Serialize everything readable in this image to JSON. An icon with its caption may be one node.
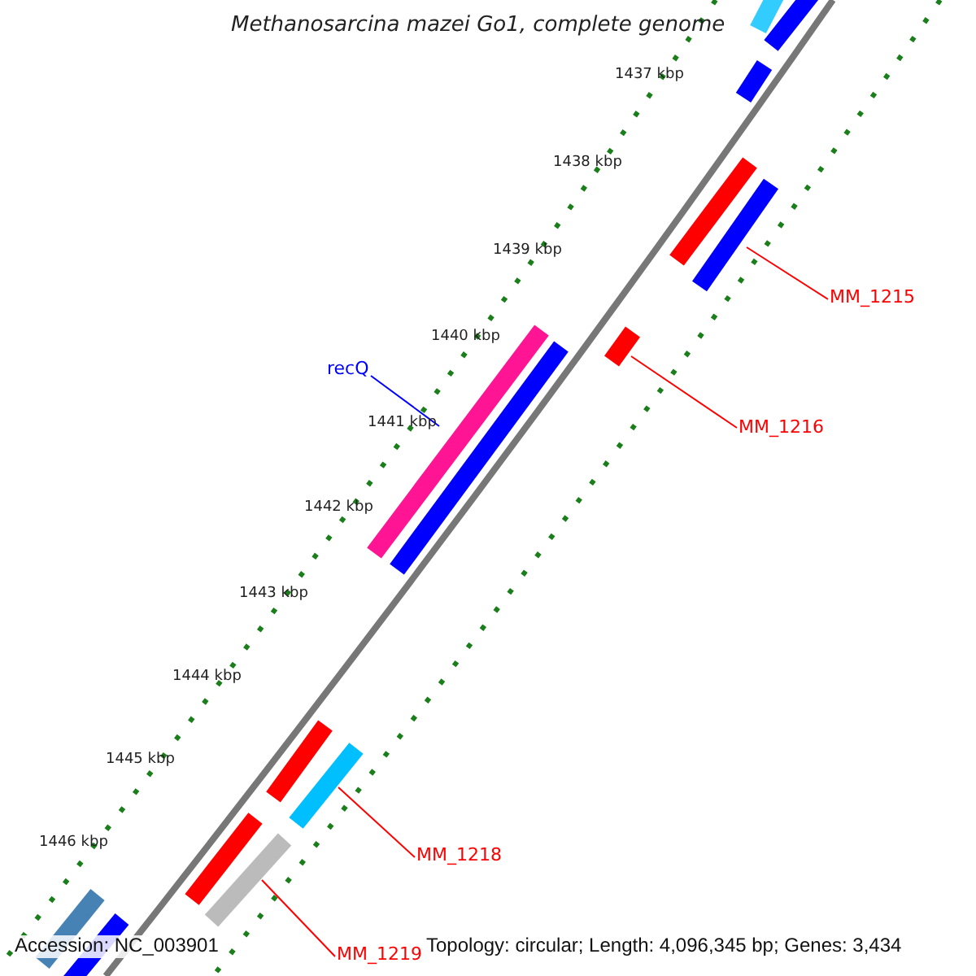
{
  "diagram": {
    "title": "Methanosarcina mazei Go1, complete genome",
    "nodes": [
      {
        "text": [
          "MM_1215"
        ]
      },
      {
        "text": [],
        "shape": "bar"
      },
      {
        "text": [
          "recQ"
        ]
      },
      {
        "text": [],
        "shape": "bar"
      },
      {
        "text": [],
        "shape": "bar"
      },
      {
        "text": [
          "MM_1216"
        ]
      },
      {
        "text": [],
        "shape": "bar"
      },
      {
        "text": [
          "MM_1218"
        ]
      },
      {
        "text": [],
        "shape": "bar"
      },
      {
        "text": [
          "MM_1219"
        ]
      }
    ],
    "edges": [
      {
        "from": 0,
        "to": 1,
        "arrow": "none"
      },
      {
        "from": 2,
        "to": 3,
        "arrow": "none",
        "color": "#0000ff"
      },
      {
        "from": 5,
        "to": 4,
        "arrow": "none"
      },
      {
        "from": 7,
        "to": 6,
        "arrow": "none"
      },
      {
        "from": 9,
        "to": 8,
        "arrow": "none"
      }
    ],
    "labels": [
      "1437 kbp",
      "1438 kbp",
      "1439 kbp",
      "1440 kbp",
      "1441 kbp",
      "1442 kbp",
      "1443 kbp",
      "1444 kbp",
      "1445 kbp",
      "1446 kbp",
      "Accession: NC_003901",
      "Topology: circular; Length: 4,096,345 bp; Genes: 3,434"
    ]
  }
}
